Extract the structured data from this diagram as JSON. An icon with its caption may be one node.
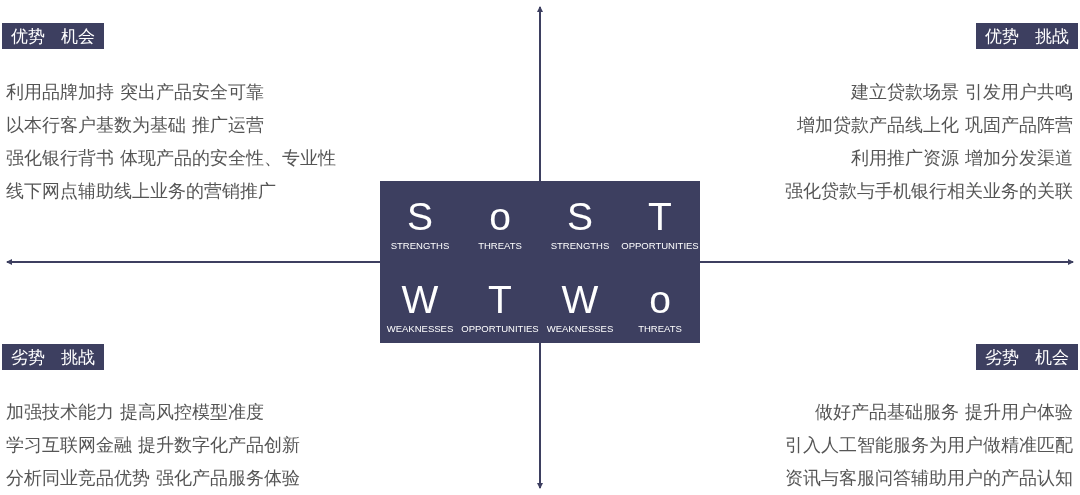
{
  "diagram": {
    "nodes": [
      {
        "text": [
          "优势 机会"
        ],
        "beside": [
          "利用品牌加持 突出产品安全可靠",
          "以本行客户基数为基础 推广运营",
          "强化银行背书 体现产品的安全性、专业性",
          "线下网点辅助线上业务的营销推广"
        ]
      },
      {
        "text": [
          "优势 挑战"
        ],
        "beside": [
          "建立贷款场景 引发用户共鸣",
          "增加贷款产品线上化 巩固产品阵营",
          "利用推广资源 增加分发渠道",
          "强化贷款与手机银行相关业务的关联"
        ]
      },
      {
        "text": [
          "S",
          "STRENGTHS",
          "o",
          "THREATS",
          "S",
          "STRENGTHS",
          "T",
          "OPPORTUNITIES",
          "W",
          "WEAKNESSES",
          "T",
          "OPPORTUNITIES",
          "W",
          "WEAKNESSES",
          "o",
          "THREATS"
        ]
      },
      {
        "text": [
          "劣势 挑战"
        ],
        "beside": [
          "加强技术能力 提高风控模型准度",
          "学习互联网金融 提升数字化产品创新",
          "分析同业竞品优势 强化产品服务体验"
        ]
      },
      {
        "text": [
          "劣势 机会"
        ],
        "beside": [
          "做好产品基础服务 提升用户体验",
          "引入人工智能服务为用户做精准匹配",
          "资讯与客服问答辅助用户的产品认知"
        ]
      }
    ]
  }
}
